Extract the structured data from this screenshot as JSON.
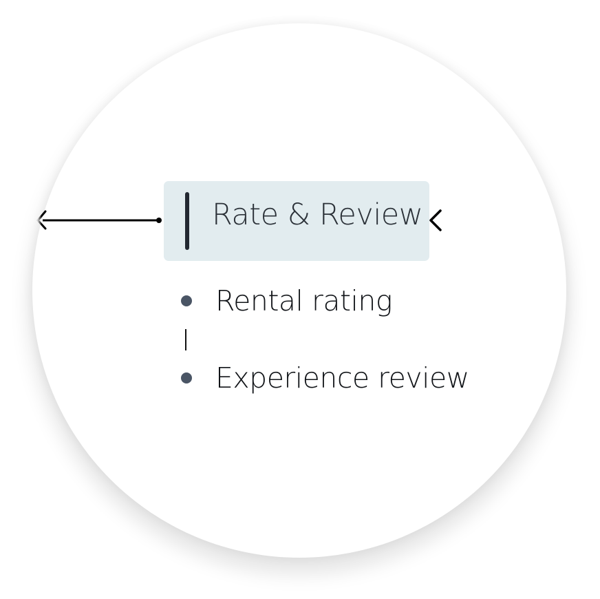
{
  "node": {
    "title": "Rate & Review"
  },
  "items": [
    {
      "label": "Rental rating"
    },
    {
      "label": "Experience review"
    }
  ],
  "colors": {
    "node_bg": "#e2ecef",
    "node_accent": "#222831",
    "bullet": "#4a5565",
    "connector": "#000000"
  }
}
